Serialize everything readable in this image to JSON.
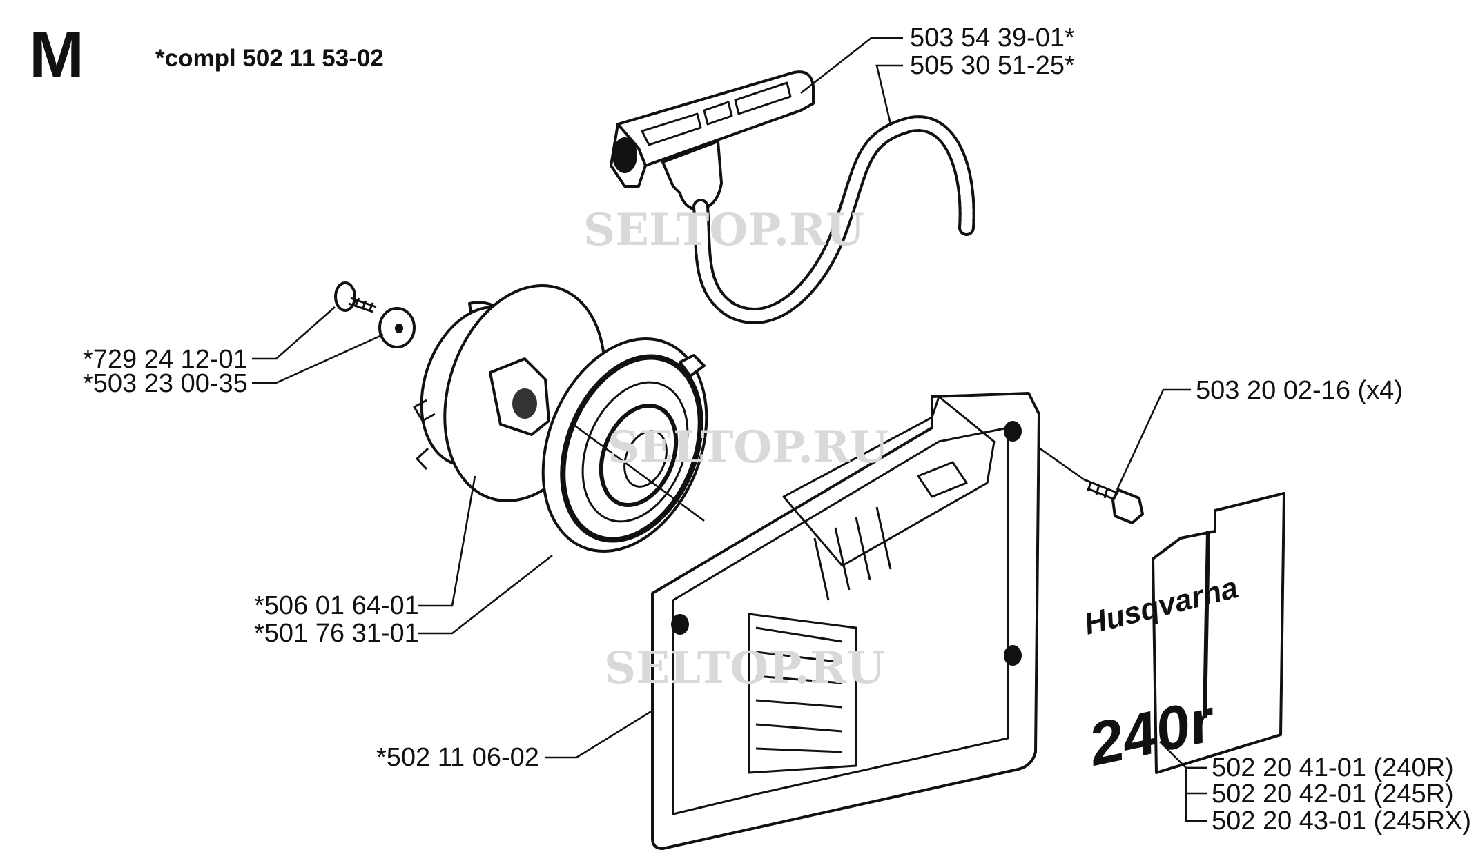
{
  "section_letter": "M",
  "assembly_note": "*compl 502 11 53-02",
  "watermark": "SELTOP.RU",
  "parts": {
    "handle": "503 54 39-01*",
    "cord": "505 30 51-25*",
    "screw": "*729 24 12-01",
    "washer": "*503 23 00-35",
    "pulley": "*506 01 64-01",
    "spring": "*501 76 31-01",
    "bolt": "503 20 02-16 (x4)",
    "housing": "*502 11 06-02",
    "decal_240r": "502 20 41-01 (240R)",
    "decal_245r": "502 20 42-01 (245R)",
    "decal_245rx": "502 20 43-01 (245RX)"
  },
  "decal": {
    "brand": "Husqvarna",
    "model": "240r"
  }
}
